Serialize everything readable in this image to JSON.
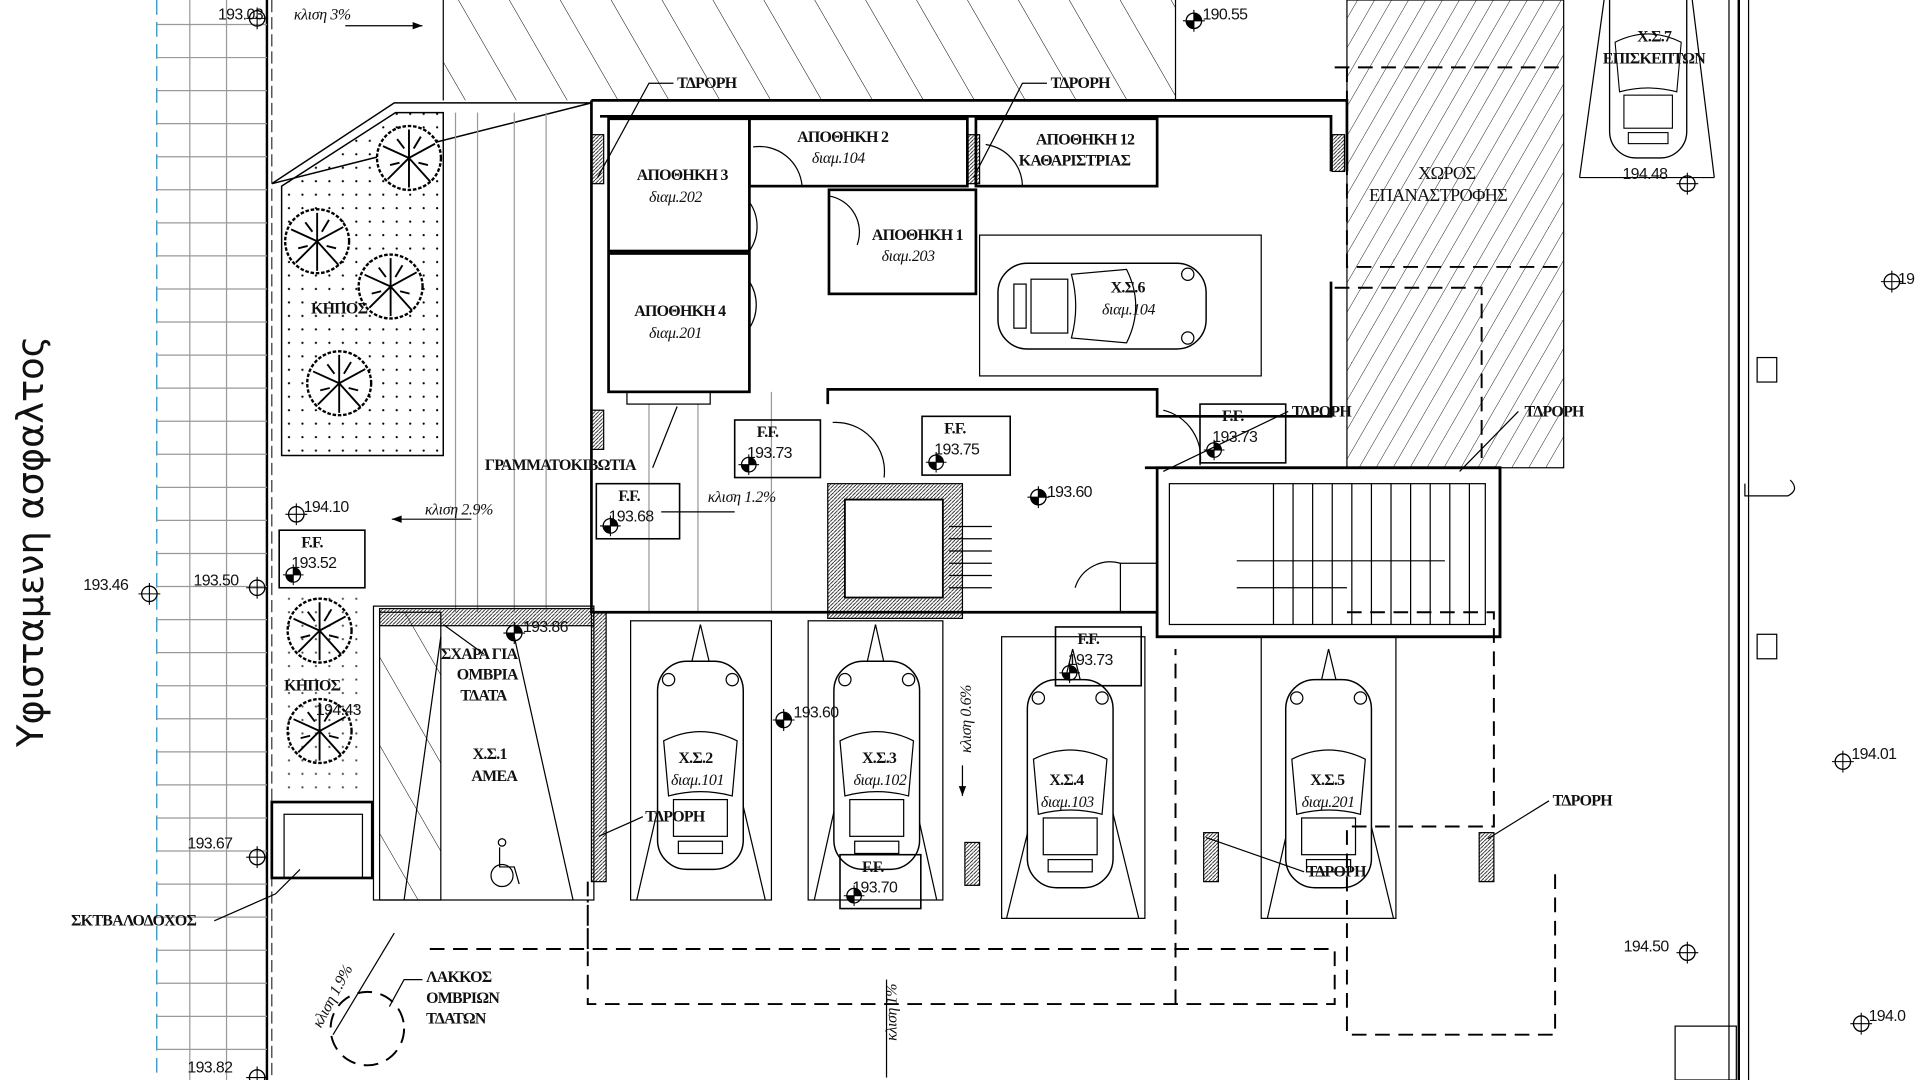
{
  "side_label": "Υφισταμενη ασφαλτος",
  "rooms": [
    {
      "name": "ΑΠΟΘΗΚΗ 3",
      "sub": "διαμ.202"
    },
    {
      "name": "ΑΠΟΘΗΚΗ 2",
      "sub": "διαμ.104"
    },
    {
      "name": "ΑΠΟΘΗΚΗ 12",
      "sub": "ΚΑΘΑΡΙΣΤΡΙΑΣ"
    },
    {
      "name": "ΑΠΟΘΗΚΗ 1",
      "sub": "διαμ.203"
    },
    {
      "name": "ΑΠΟΘΗΚΗ 4",
      "sub": "διαμ.201"
    }
  ],
  "parking": [
    {
      "name": "Χ.Σ.1",
      "sub": "ΑΜΕΑ"
    },
    {
      "name": "Χ.Σ.2",
      "sub": "διαμ.101"
    },
    {
      "name": "Χ.Σ.3",
      "sub": "διαμ.102"
    },
    {
      "name": "Χ.Σ.4",
      "sub": "διαμ.103"
    },
    {
      "name": "Χ.Σ.5",
      "sub": "διαμ.201"
    },
    {
      "name": "Χ.Σ.6",
      "sub": "διαμ.104"
    },
    {
      "name": "Χ.Σ.7",
      "sub": "ΕΠΙΣΚΕΠΤΩΝ"
    }
  ],
  "notes": {
    "downpipe": "ΤΔΡΟΡΗ",
    "garden": "ΚΗΠΟΣ",
    "mailboxes": "ΓΡΑΜΜΑΤΟΚΙΒΩΤΙΑ",
    "grate": [
      "ΣΧΑΡΑ ΓΙΑ",
      "ΟΜΒΡΙΑ",
      "ΤΔΑΤΑ"
    ],
    "bin": "ΣΚΤΒΑΛΟΔΟΧΟΣ",
    "pit": [
      "ΛΑΚΚΟΣ",
      "ΟΜΒΡΙΩΝ",
      "ΤΔΑΤΩΝ"
    ],
    "turning": [
      "ΧΩΡΟΣ",
      "ΕΠΑΝΑΣΤΡΟΦΗΣ"
    ],
    "ff": "F.F."
  },
  "slopes": [
    "κλιση 3%",
    "κλιση 2.9%",
    "κλιση 1.2%",
    "κλιση 0.6%",
    "κλιση 1%",
    "κλιση 1.9%"
  ],
  "elevations": [
    "193.03",
    "190.55",
    "194.48",
    "19",
    "194.10",
    "193.46",
    "193.50",
    "193.60",
    "193.60",
    "193.86",
    "194.43",
    "193.67",
    "193.82",
    "194.01",
    "194.50",
    "194.0"
  ],
  "ff_levels": [
    "193.73",
    "193.75",
    "193.73",
    "193.68",
    "193.52",
    "193.73",
    "193.70"
  ]
}
